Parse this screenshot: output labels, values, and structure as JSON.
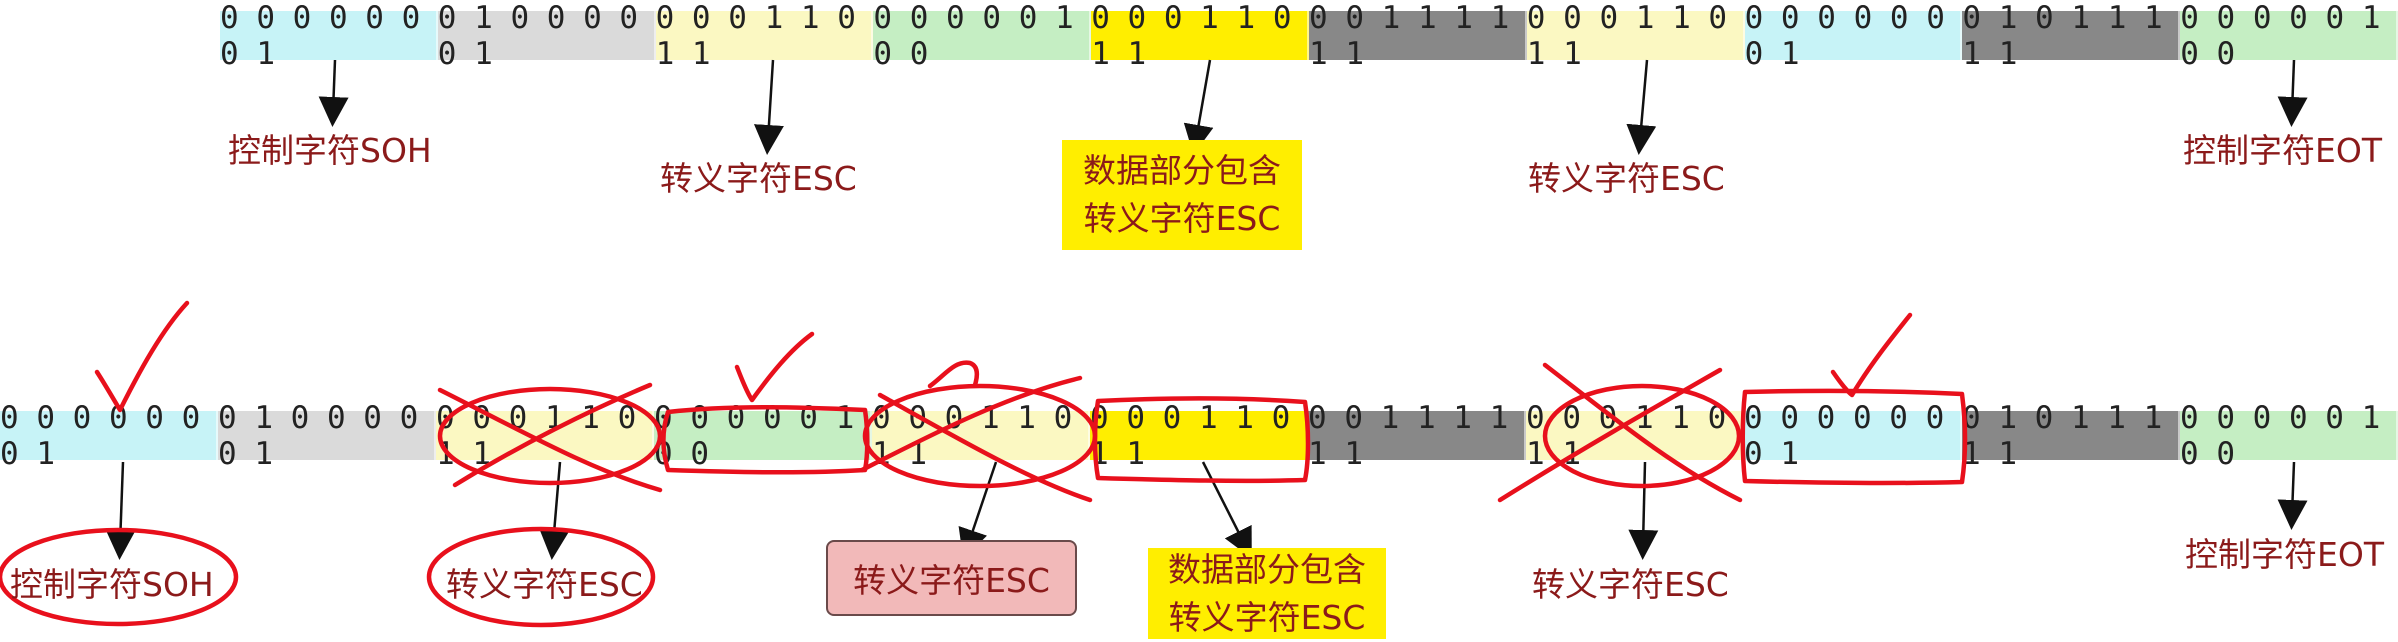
{
  "top_row": [
    {
      "bits": "00000001",
      "color": "#c7f3f7"
    },
    {
      "bits": "01000001",
      "color": "#dadada"
    },
    {
      "bits": "00011011",
      "color": "#fbf8c2"
    },
    {
      "bits": "00000100",
      "color": "#c5eec3"
    },
    {
      "bits": "00011011",
      "color": "#ffee00"
    },
    {
      "bits": "00111111",
      "color": "#888888"
    },
    {
      "bits": "00011011",
      "color": "#fbf8c2"
    },
    {
      "bits": "00000001",
      "color": "#c7f3f7"
    },
    {
      "bits": "01011111",
      "color": "#888888"
    },
    {
      "bits": "00000100",
      "color": "#c5eec3"
    }
  ],
  "bottom_row": [
    {
      "bits": "00000001",
      "color": "#c7f3f7"
    },
    {
      "bits": "01000001",
      "color": "#dadada"
    },
    {
      "bits": "00011011",
      "color": "#fbf8c2"
    },
    {
      "bits": "00000100",
      "color": "#c5eec3"
    },
    {
      "bits": "00011011",
      "color": "#fbf8c2"
    },
    {
      "bits": "00011011",
      "color": "#ffee00"
    },
    {
      "bits": "00111111",
      "color": "#888888"
    },
    {
      "bits": "00011011",
      "color": "#fbf8c2"
    },
    {
      "bits": "00000001",
      "color": "#c7f3f7"
    },
    {
      "bits": "01011111",
      "color": "#888888"
    },
    {
      "bits": "00000100",
      "color": "#c5eec3"
    }
  ],
  "labels": {
    "top_soh": "控制字符SOH",
    "top_esc1": "转义字符ESC",
    "top_data_line1": "数据部分包含",
    "top_data_line2": "转义字符ESC",
    "top_esc2": "转义字符ESC",
    "top_eot": "控制字符EOT",
    "bot_soh": "控制字符SOH",
    "bot_esc1": "转义字符ESC",
    "bot_esc_box": "转义字符ESC",
    "bot_data_line1": "数据部分包含",
    "bot_data_line2": "转义字符ESC",
    "bot_esc2": "转义字符ESC",
    "bot_eot": "控制字符EOT"
  },
  "colors": {
    "label": "#8b1a1a",
    "annotation": "#e8101c",
    "highlight": "#ffee00"
  }
}
